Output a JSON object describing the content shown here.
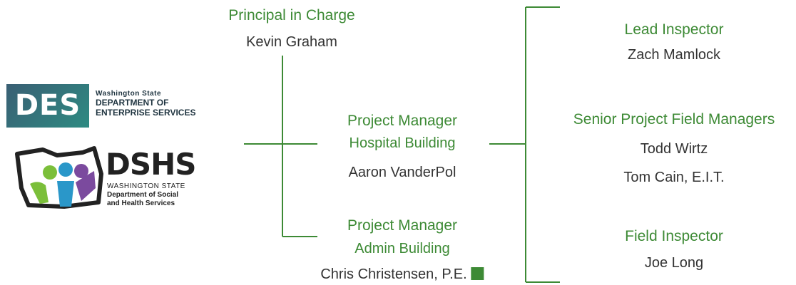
{
  "logos": {
    "des": {
      "mark": "DES",
      "line1": "Washington State",
      "line2": "DEPARTMENT OF",
      "line3": "ENTERPRISE SERVICES",
      "color": "#2e8b82"
    },
    "dshs": {
      "mark": "DSHS",
      "line1": "WASHINGTON STATE",
      "line2": "Department of Social",
      "line3": "and Health Services"
    }
  },
  "org": {
    "principal": {
      "title": "Principal in Charge",
      "name": "Kevin Graham"
    },
    "pm_hospital": {
      "title": "Project Manager",
      "subtitle": "Hospital Building",
      "name": "Aaron VanderPol"
    },
    "pm_admin": {
      "title": "Project Manager",
      "subtitle": "Admin Building",
      "name": "Chris Christensen, P.E."
    },
    "lead_inspector": {
      "title": "Lead Inspector",
      "name": "Zach Mamlock"
    },
    "senior_field": {
      "title": "Senior Project Field Managers",
      "names": [
        "Todd Wirtz",
        "Tom Cain, E.I.T."
      ]
    },
    "field_inspector": {
      "title": "Field Inspector",
      "name": "Joe Long"
    }
  },
  "colors": {
    "accent": "#3d8a35",
    "text": "#333333"
  }
}
